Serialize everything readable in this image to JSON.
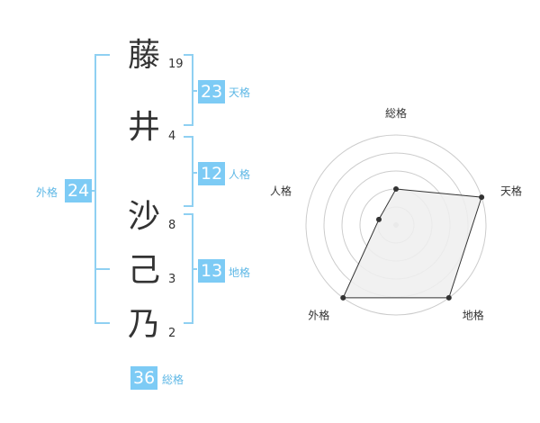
{
  "colors": {
    "accent": "#7dcbf5",
    "accent_text": "#5fb8e6",
    "bracket": "#8fd0f2",
    "kanji": "#333333"
  },
  "name": {
    "characters": [
      {
        "char": "藤",
        "strokes": "19"
      },
      {
        "char": "井",
        "strokes": "4"
      },
      {
        "char": "沙",
        "strokes": "8"
      },
      {
        "char": "己",
        "strokes": "3"
      },
      {
        "char": "乃",
        "strokes": "2"
      }
    ]
  },
  "fortunes": {
    "tenkaku": {
      "value": "23",
      "label": "天格"
    },
    "jinkaku": {
      "value": "12",
      "label": "人格"
    },
    "chikaku": {
      "value": "13",
      "label": "地格"
    },
    "gaikaku": {
      "value": "24",
      "label": "外格"
    },
    "soukaku": {
      "value": "36",
      "label": "総格"
    }
  },
  "chart_data": {
    "type": "radar",
    "axes": [
      "総格",
      "天格",
      "地格",
      "外格",
      "人格"
    ],
    "values": [
      2,
      5,
      5,
      5,
      1
    ],
    "range": [
      0,
      5
    ],
    "rings": 5,
    "grid": true,
    "colors": {
      "fill": "#eeeeee",
      "line": "#333333",
      "grid": "#cccccc",
      "point": "#333333",
      "center": "#cccccc"
    }
  }
}
